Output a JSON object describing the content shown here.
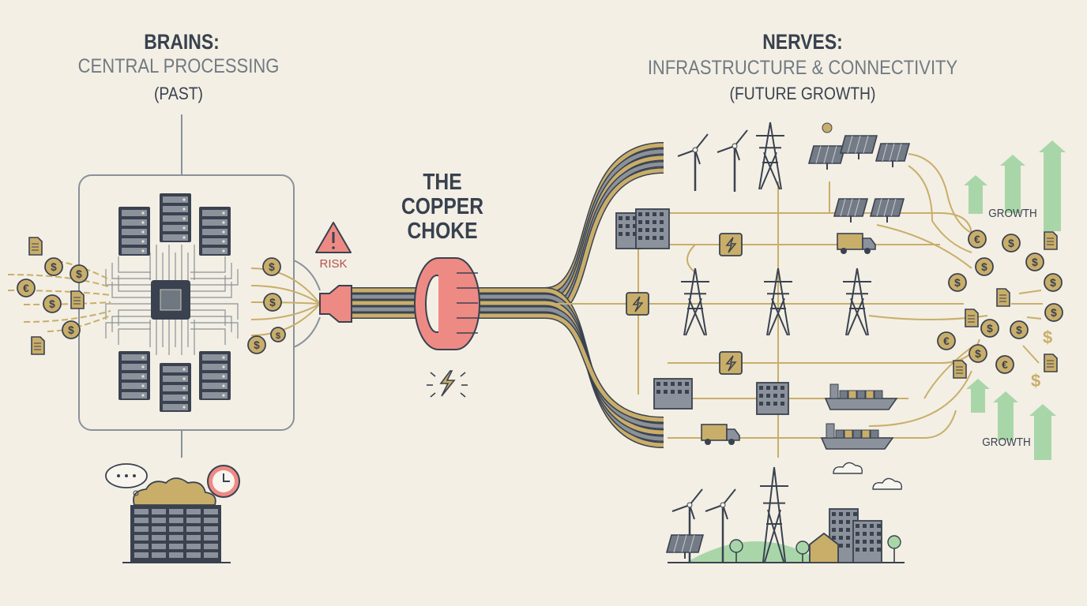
{
  "left_header": {
    "title": "BRAINS:",
    "subtitle": "CENTRAL PROCESSING",
    "era": "(PAST)"
  },
  "center_header": {
    "line1": "THE",
    "line2": "COPPER",
    "line3": "CHOKE"
  },
  "risk_label": "RISK",
  "right_header": {
    "title": "NERVES:",
    "subtitle": "INFRASTRUCTURE & CONNECTIVITY",
    "era": "(FUTURE GROWTH)"
  },
  "growth_labels": [
    "GROWTH",
    "GROWTH"
  ],
  "symbols": {
    "dollar": "$",
    "euro": "€"
  },
  "colors": {
    "background": "#f3efe4",
    "ink": "#3a4250",
    "gold": "#c9ae6a",
    "gray": "#8a9199",
    "risk": "#ee8a84",
    "growth": "#a9d6a8"
  }
}
